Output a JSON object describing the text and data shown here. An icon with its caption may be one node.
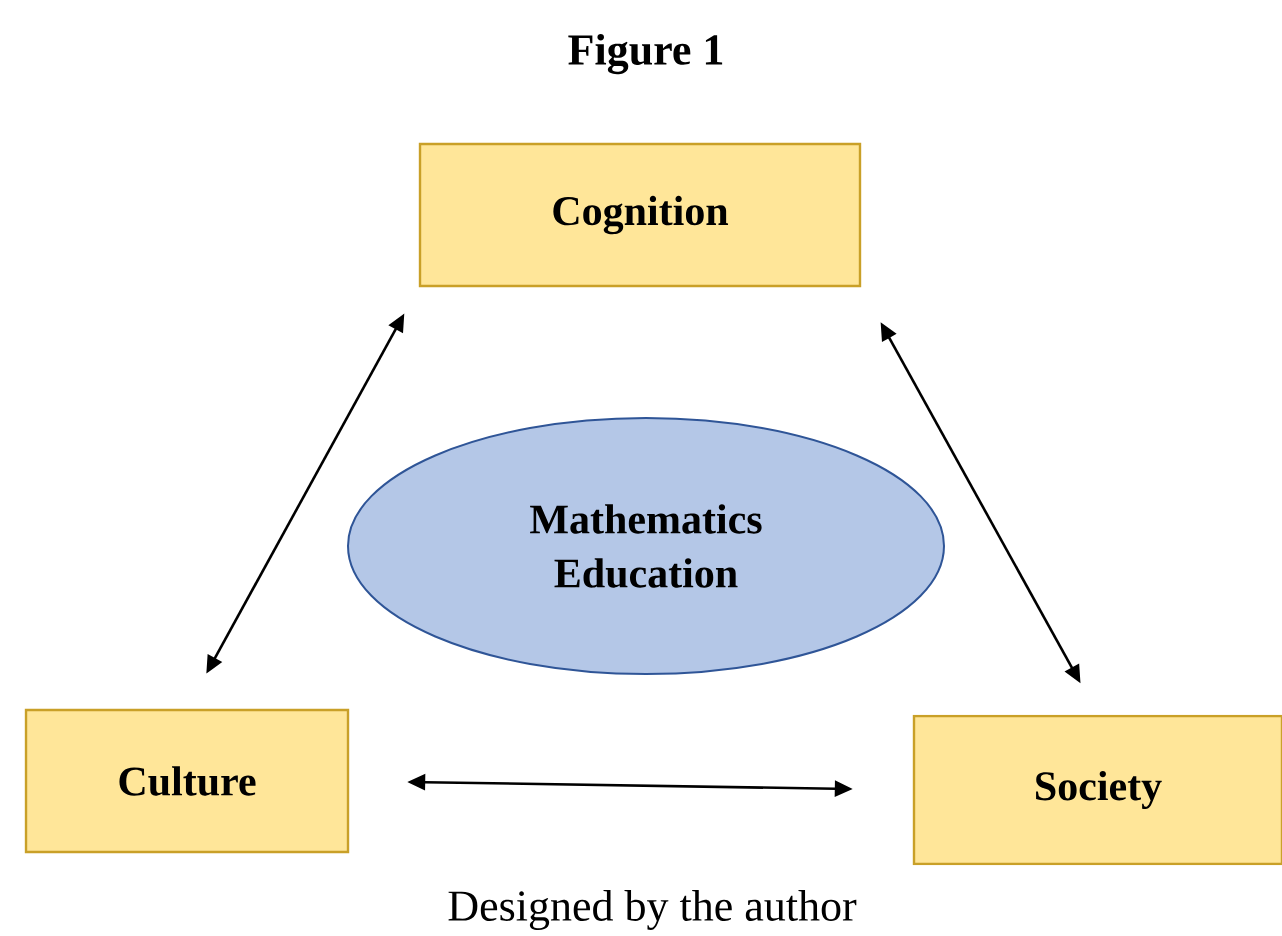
{
  "diagram": {
    "title": "Figure 1",
    "caption": "Designed by the author",
    "nodes": [
      {
        "text": [
          "Cognition"
        ]
      },
      {
        "text": [
          "Mathematics Education"
        ]
      },
      {
        "text": [
          "Culture"
        ]
      },
      {
        "text": [
          "Society"
        ]
      }
    ],
    "edges": [
      {
        "from": 0,
        "to": 2,
        "arrow": "both"
      },
      {
        "from": 0,
        "to": 3,
        "arrow": "both"
      },
      {
        "from": 2,
        "to": 3,
        "arrow": "both"
      }
    ]
  }
}
